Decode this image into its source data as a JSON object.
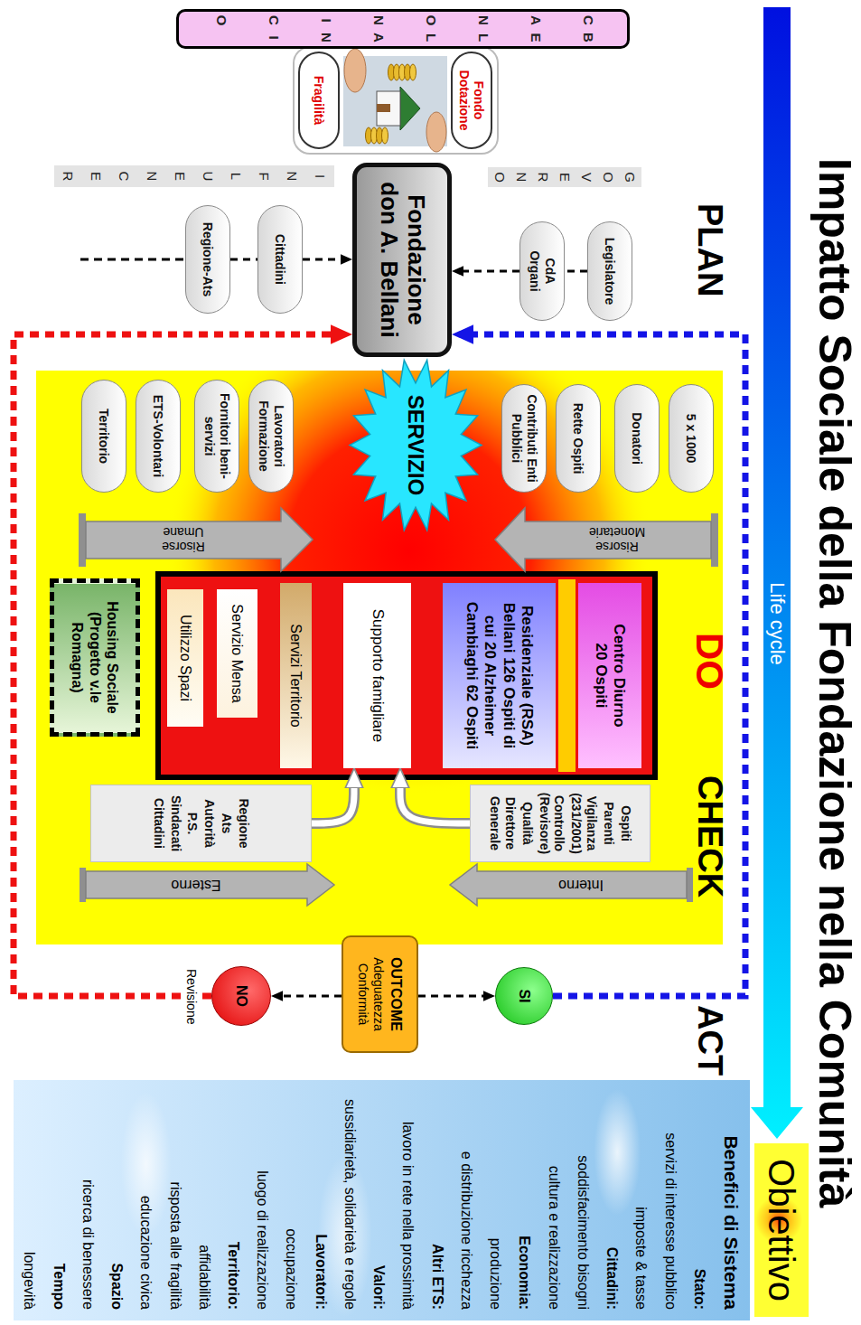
{
  "diagram": {
    "title": "Impatto Sociale della Fondazione nella Comunità",
    "nodes": [
      {
        "text": [
          "CANONICO",
          "BELLANI"
        ]
      },
      {
        "text": [
          "Fondo Dotazione"
        ]
      },
      {
        "text": [
          "Fragilità"
        ]
      },
      {
        "text": [
          "GOVERNO"
        ]
      },
      {
        "text": [
          "INFLUENCER"
        ]
      },
      {
        "text": [
          "Legislatore"
        ]
      },
      {
        "text": [
          "CdA Organi"
        ]
      },
      {
        "text": [
          "Fondazione don A. Bellani"
        ]
      },
      {
        "text": [
          "Cittadini"
        ]
      },
      {
        "text": [
          "Regione-Ats"
        ]
      },
      {
        "text": [
          "SERVIZIO"
        ]
      },
      {
        "text": [
          "5 x 1000"
        ]
      },
      {
        "text": [
          "Donatori"
        ]
      },
      {
        "text": [
          "Rette Ospiti"
        ]
      },
      {
        "text": [
          "Contributi Enti Pubblici"
        ]
      },
      {
        "text": [
          "Lavoratori Formazione"
        ]
      },
      {
        "text": [
          "Fornitori beni-servizi"
        ]
      },
      {
        "text": [
          "ETS-Volontari"
        ]
      },
      {
        "text": [
          "Territorio"
        ]
      },
      {
        "text": [
          "Centro Diurno 20 Ospiti"
        ]
      },
      {
        "text": [
          "Residenziale (RSA) Bellani 126 Ospiti di cui 20 Alzheimer Cambiaghi 62 Ospiti"
        ]
      },
      {
        "text": [
          "Supporto famigliare"
        ]
      },
      {
        "text": [
          "Servizi Territorio"
        ]
      },
      {
        "text": [
          "Servizio Mensa"
        ]
      },
      {
        "text": [
          "Utilizzo Spazi"
        ]
      },
      {
        "text": [
          "Housing Sociale (Progetto v.le Romagna)"
        ]
      },
      {
        "text": [
          "Ospiti",
          "Parenti",
          "Vigilanza (231/2001)",
          "Controllo (Revisore)",
          "Qualità",
          "Direttore Generale"
        ]
      },
      {
        "text": [
          "Regione",
          "Ats",
          "Autorità",
          "P.S.",
          "Sindacati",
          "Cittadini"
        ]
      },
      {
        "text": [
          "OUTCOME",
          "Adeguatezza Conformità"
        ]
      },
      {
        "text": [
          "SI"
        ]
      },
      {
        "text": [
          "NO"
        ]
      },
      {
        "text": [
          "Obiettivo"
        ]
      },
      {
        "text": [
          "Benefici di Sistema",
          "Stato:",
          "servizi di interesse pubblico",
          "imposte & tasse",
          "Cittadini:",
          "soddisfacimento bisogni",
          "cultura e realizzazione",
          "Economia:",
          "produzione",
          "e distribuzione ricchezza",
          "Altri ETS:",
          "lavoro in rete nella prossimità",
          "Valori:",
          "sussidiarietà, solidarietà e regole",
          "Lavoratori:",
          "occupazione",
          "luogo di realizzazione",
          "Territorio:",
          "affidabilità",
          "risposta alle fragilità",
          "educazione civica",
          "Spazio",
          "ricerca di benessere",
          "Tempo",
          "longevità"
        ]
      }
    ],
    "edges": [
      {
        "from": 5,
        "to": 6,
        "arrow": "none"
      },
      {
        "from": 6,
        "to": 7,
        "arrow": "to"
      },
      {
        "from": 9,
        "to": 8,
        "arrow": "none"
      },
      {
        "from": 8,
        "to": 7,
        "arrow": "to"
      },
      {
        "from": 28,
        "to": 29,
        "arrow": "to"
      },
      {
        "from": 28,
        "to": 30,
        "arrow": "to"
      },
      {
        "from": 29,
        "to": 7,
        "arrow": "to"
      },
      {
        "from": 30,
        "to": 7,
        "arrow": "to"
      },
      {
        "from": 26,
        "to": 21,
        "arrow": "to"
      },
      {
        "from": 27,
        "to": 21,
        "arrow": "to"
      }
    ],
    "labels": [
      "Life cycle",
      "PLAN",
      "DO",
      "CHECK",
      "ACT",
      "Risorse Monetarie",
      "Risorse Umane",
      "Interno",
      "Esterno",
      "Revisione"
    ]
  }
}
